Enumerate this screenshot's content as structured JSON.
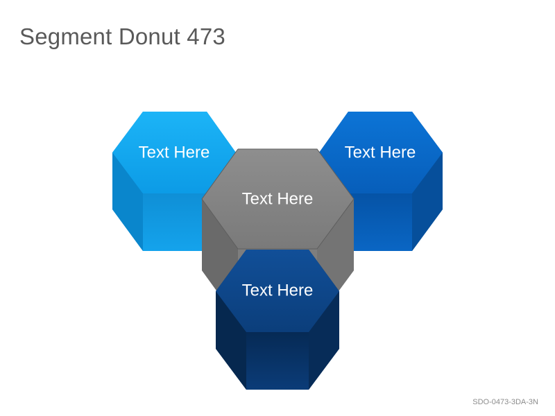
{
  "title": "Segment Donut 473",
  "footer_code": "SDO-0473-3DA-3N",
  "segments": [
    {
      "label": "Text Here",
      "color": "#12A6F0"
    },
    {
      "label": "Text Here",
      "color": "#0A6AC9"
    },
    {
      "label": "Text Here",
      "color": "#878787"
    },
    {
      "label": "Text Here",
      "color": "#0D4A8E"
    }
  ]
}
